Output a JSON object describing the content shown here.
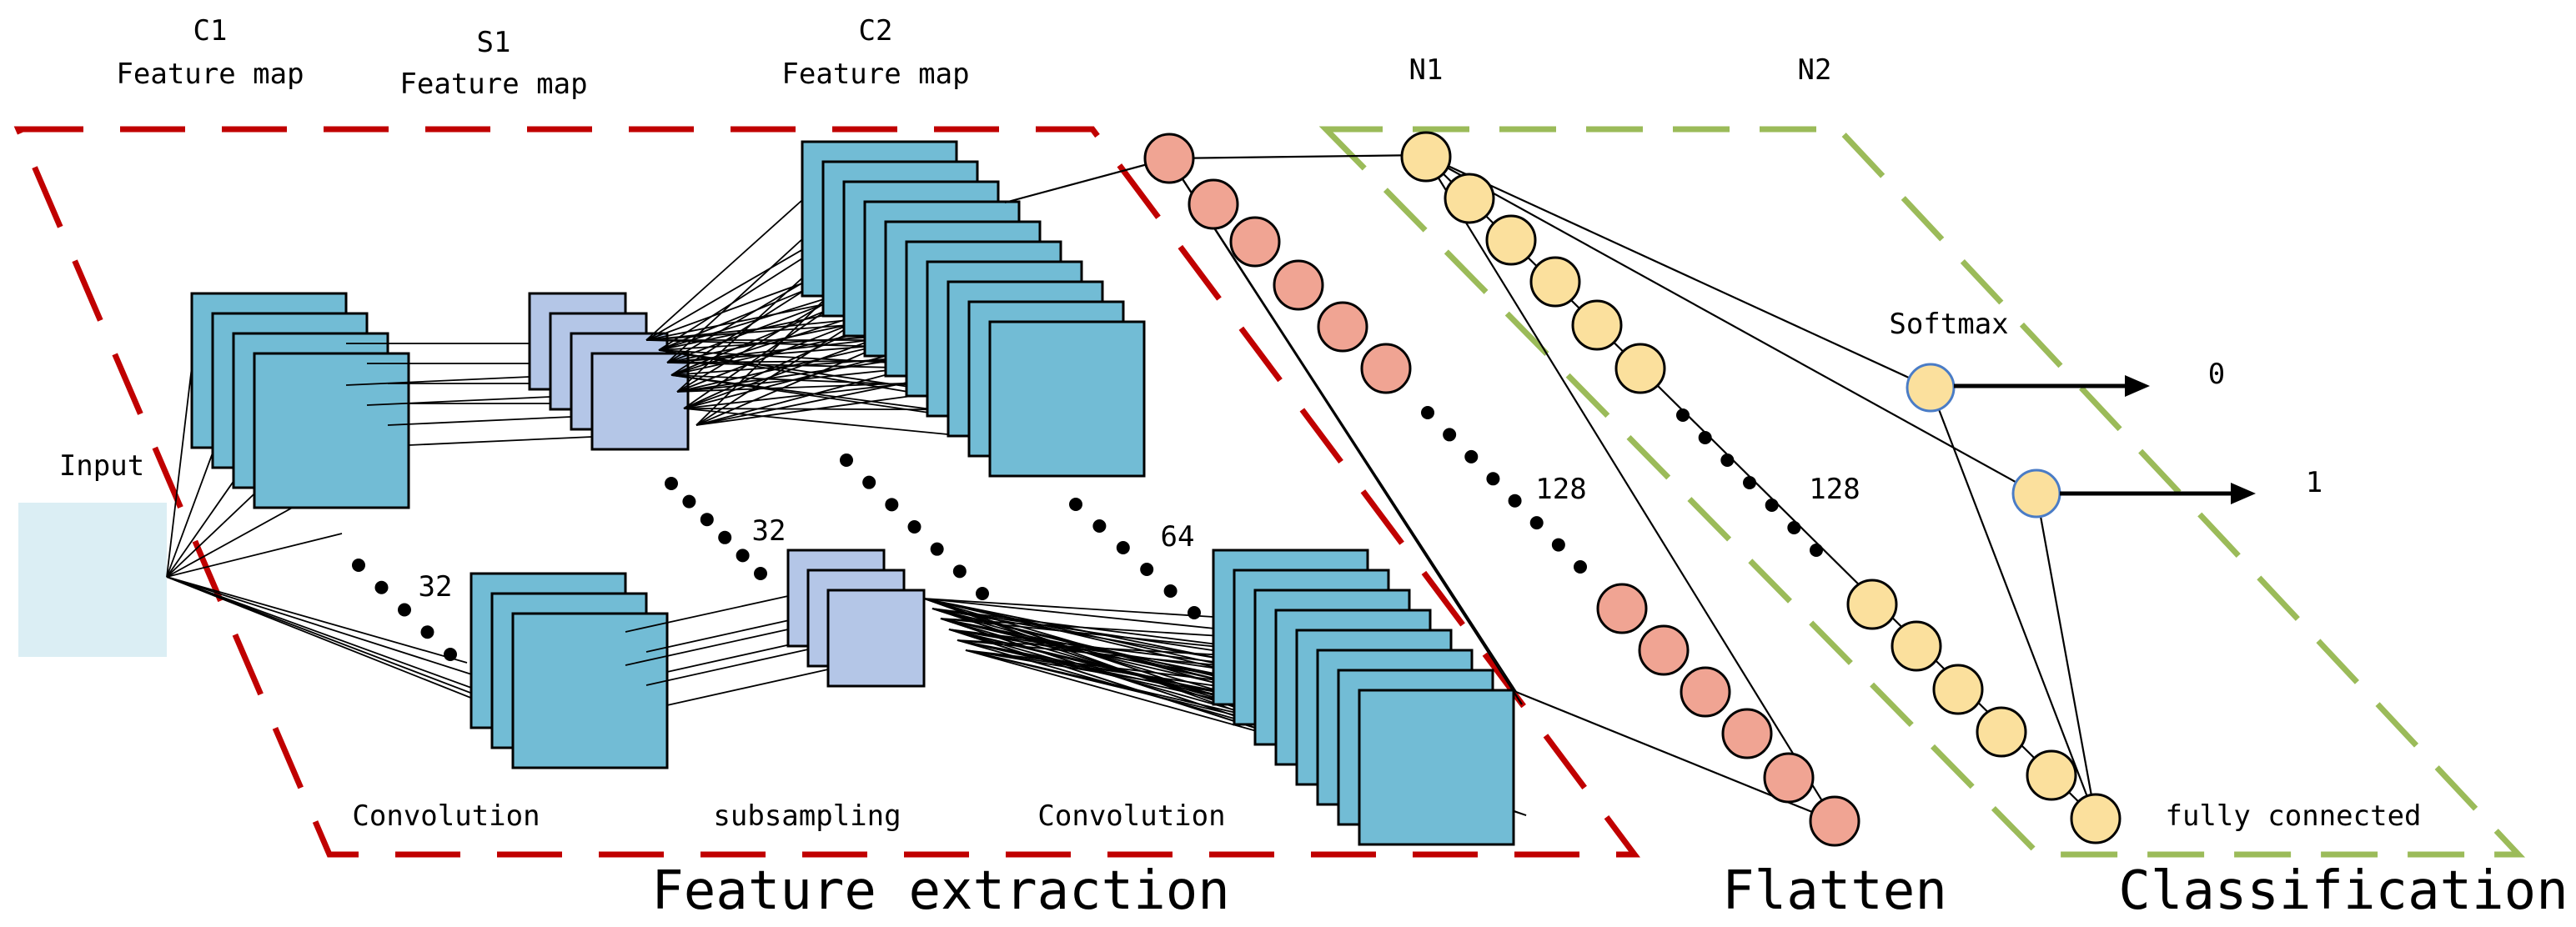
{
  "labels": {
    "c1_title": "C1",
    "c1_sub": "Feature map",
    "s1_title": "S1",
    "s1_sub": "Feature map",
    "c2_title": "C2",
    "c2_sub": "Feature map",
    "n1": "N1",
    "n2": "N2",
    "input": "Input",
    "count_c1": "32",
    "count_s1": "32",
    "count_c2": "64",
    "count_n1": "128",
    "count_n2": "128",
    "softmax": "Softmax",
    "out0": "0",
    "out1": "1",
    "convolution1": "Convolution",
    "subsampling": "subsampling",
    "convolution2": "Convolution",
    "fully_connected": "fully connected",
    "feature_extraction": "Feature extraction",
    "flatten": "Flatten",
    "classification": "Classification"
  },
  "colors": {
    "feature_map": "#72bcd5",
    "pooled_map": "#b4c6e7",
    "input_box": "#dbeef4",
    "flatten_node": "#f0a493",
    "fc_node": "#fbe09d",
    "softmax_border": "#4a7cc6",
    "feature_extraction_border": "#c00000",
    "classification_border": "#9bbb59"
  }
}
